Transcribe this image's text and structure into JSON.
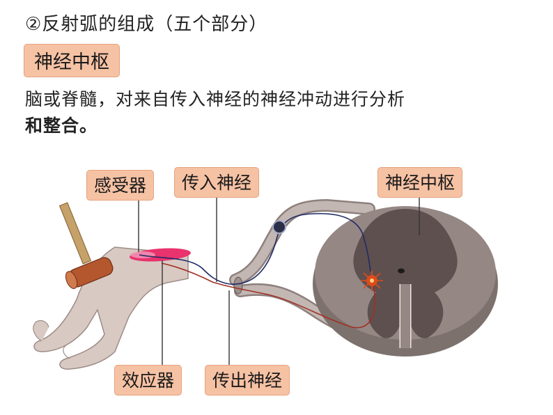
{
  "heading": "②反射弧的组成（五个部分）",
  "topic_tag": "神经中枢",
  "description": {
    "line1": "脑或脊髓，对来自传入神经的神经冲动进行分析",
    "line2": "和整合。"
  },
  "labels": {
    "receptor": "感受器",
    "afferent_nerve": "传入神经",
    "nerve_center": "神经中枢",
    "effector": "效应器",
    "efferent_nerve": "传出神经"
  },
  "colors": {
    "label_fill": "#f6c2a4",
    "label_border": "#e5a27f",
    "spinal_outer": "#8a7d7a",
    "spinal_inner": "#5e504f",
    "leg_skin": "#d9c9c3",
    "nerve_tube": "#b9aca8",
    "receptor_red": "#e8336e",
    "hammer_head": "#b4562e",
    "hammer_handle": "#c6a16a"
  }
}
